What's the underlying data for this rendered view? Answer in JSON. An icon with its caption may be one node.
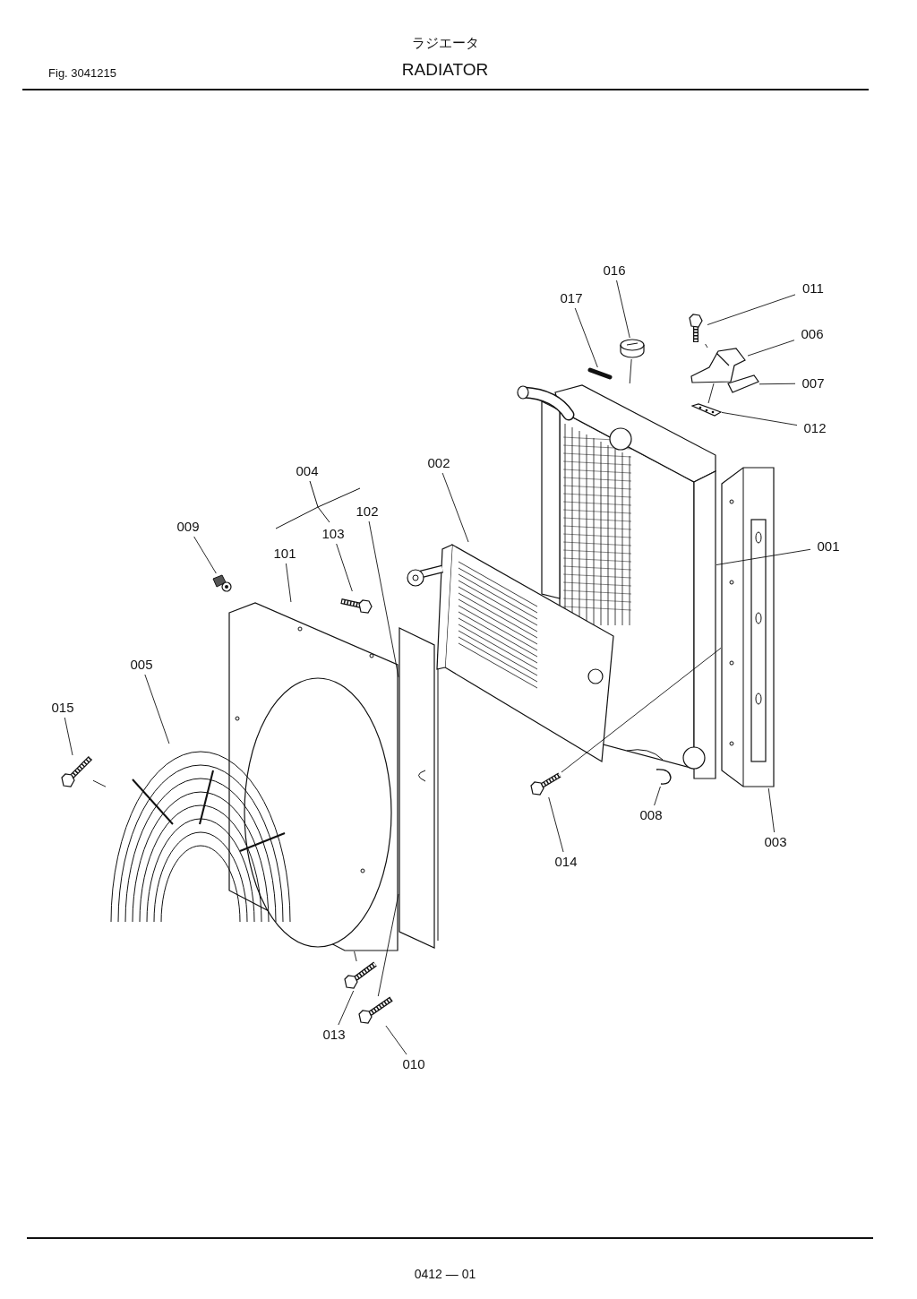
{
  "diagram": {
    "title": "RADIATOR",
    "nodes": [
      {
        "text": [
          "016"
        ]
      },
      {
        "text": [
          "011"
        ]
      },
      {
        "text": [
          "017"
        ]
      },
      {
        "text": [
          "006"
        ]
      },
      {
        "text": [
          "007"
        ]
      },
      {
        "text": [
          "012"
        ]
      },
      {
        "text": [
          "002"
        ]
      },
      {
        "text": [
          "102"
        ]
      },
      {
        "text": [
          "009"
        ]
      },
      {
        "text": [
          "103"
        ]
      },
      {
        "text": [
          "101"
        ]
      },
      {
        "text": [
          "001"
        ]
      },
      {
        "text": [
          "005"
        ]
      },
      {
        "text": [
          "015"
        ]
      },
      {
        "text": [
          "014"
        ]
      },
      {
        "text": [
          "008"
        ]
      },
      {
        "text": [
          "003"
        ]
      },
      {
        "text": [
          "013"
        ]
      },
      {
        "text": [
          "010"
        ]
      },
      {
        "text": [],
        "shape": "picture"
      },
      {
        "text": [],
        "shape": "picture"
      },
      {
        "text": [],
        "shape": "picture"
      },
      {
        "text": [],
        "shape": "picture"
      },
      {
        "text": [],
        "shape": "picture"
      },
      {
        "text": [],
        "shape": "picture"
      },
      {
        "text": [],
        "shape": "picture"
      },
      {
        "text": [],
        "shape": "picture"
      },
      {
        "text": [],
        "shape": "picture"
      },
      {
        "text": [],
        "shape": "picture"
      },
      {
        "text": [],
        "shape": "picture"
      },
      {
        "text": [],
        "shape": "picture"
      },
      {
        "text": [],
        "shape": "picture"
      },
      {
        "text": [],
        "shape": "picture"
      },
      {
        "text": [],
        "shape": "picture"
      },
      {
        "text": [],
        "shape": "picture"
      },
      {
        "text": [],
        "shape": "picture"
      },
      {
        "text": [],
        "shape": "picture"
      },
      {
        "text": [],
        "shape": "picture"
      }
    ],
    "edges": [
      {
        "from": 0,
        "to": 19,
        "arrow": "none"
      },
      {
        "from": 1,
        "to": 20,
        "arrow": "none"
      },
      {
        "from": 2,
        "to": 21,
        "arrow": "none"
      },
      {
        "from": 3,
        "to": 22,
        "arrow": "none"
      },
      {
        "from": 4,
        "to": 23,
        "arrow": "none"
      },
      {
        "from": 5,
        "to": 24,
        "arrow": "none"
      },
      {
        "from": 6,
        "to": 25,
        "arrow": "none"
      },
      {
        "from": 7,
        "to": 26,
        "arrow": "none"
      },
      {
        "from": 8,
        "to": 27,
        "arrow": "none"
      },
      {
        "from": 9,
        "to": 28,
        "arrow": "none"
      },
      {
        "from": 10,
        "to": 29,
        "arrow": "none"
      },
      {
        "from": 11,
        "to": 30,
        "arrow": "none"
      },
      {
        "from": 12,
        "to": 31,
        "arrow": "none"
      },
      {
        "from": 13,
        "to": 32,
        "arrow": "none"
      },
      {
        "from": 14,
        "to": 33,
        "arrow": "none"
      },
      {
        "from": 15,
        "to": 34,
        "arrow": "none"
      },
      {
        "from": 16,
        "to": 35,
        "arrow": "none"
      },
      {
        "from": 17,
        "to": 36,
        "arrow": "none"
      },
      {
        "from": 18,
        "to": 37,
        "arrow": "none"
      },
      {
        "from": 20,
        "to": 22,
        "arrow": "none"
      },
      {
        "from": 22,
        "to": 24,
        "arrow": "none"
      },
      {
        "from": 19,
        "to": 30,
        "arrow": "none"
      },
      {
        "from": 32,
        "to": 31,
        "arrow": "none"
      },
      {
        "from": 33,
        "to": 35,
        "arrow": "none"
      },
      {
        "from": 36,
        "to": 29,
        "arrow": "none"
      },
      {
        "from": 37,
        "to": 26,
        "arrow": "none"
      }
    ],
    "labels": [
      "ラジエータ",
      "Fig. 3041215",
      "004",
      "0412 — 01"
    ]
  }
}
